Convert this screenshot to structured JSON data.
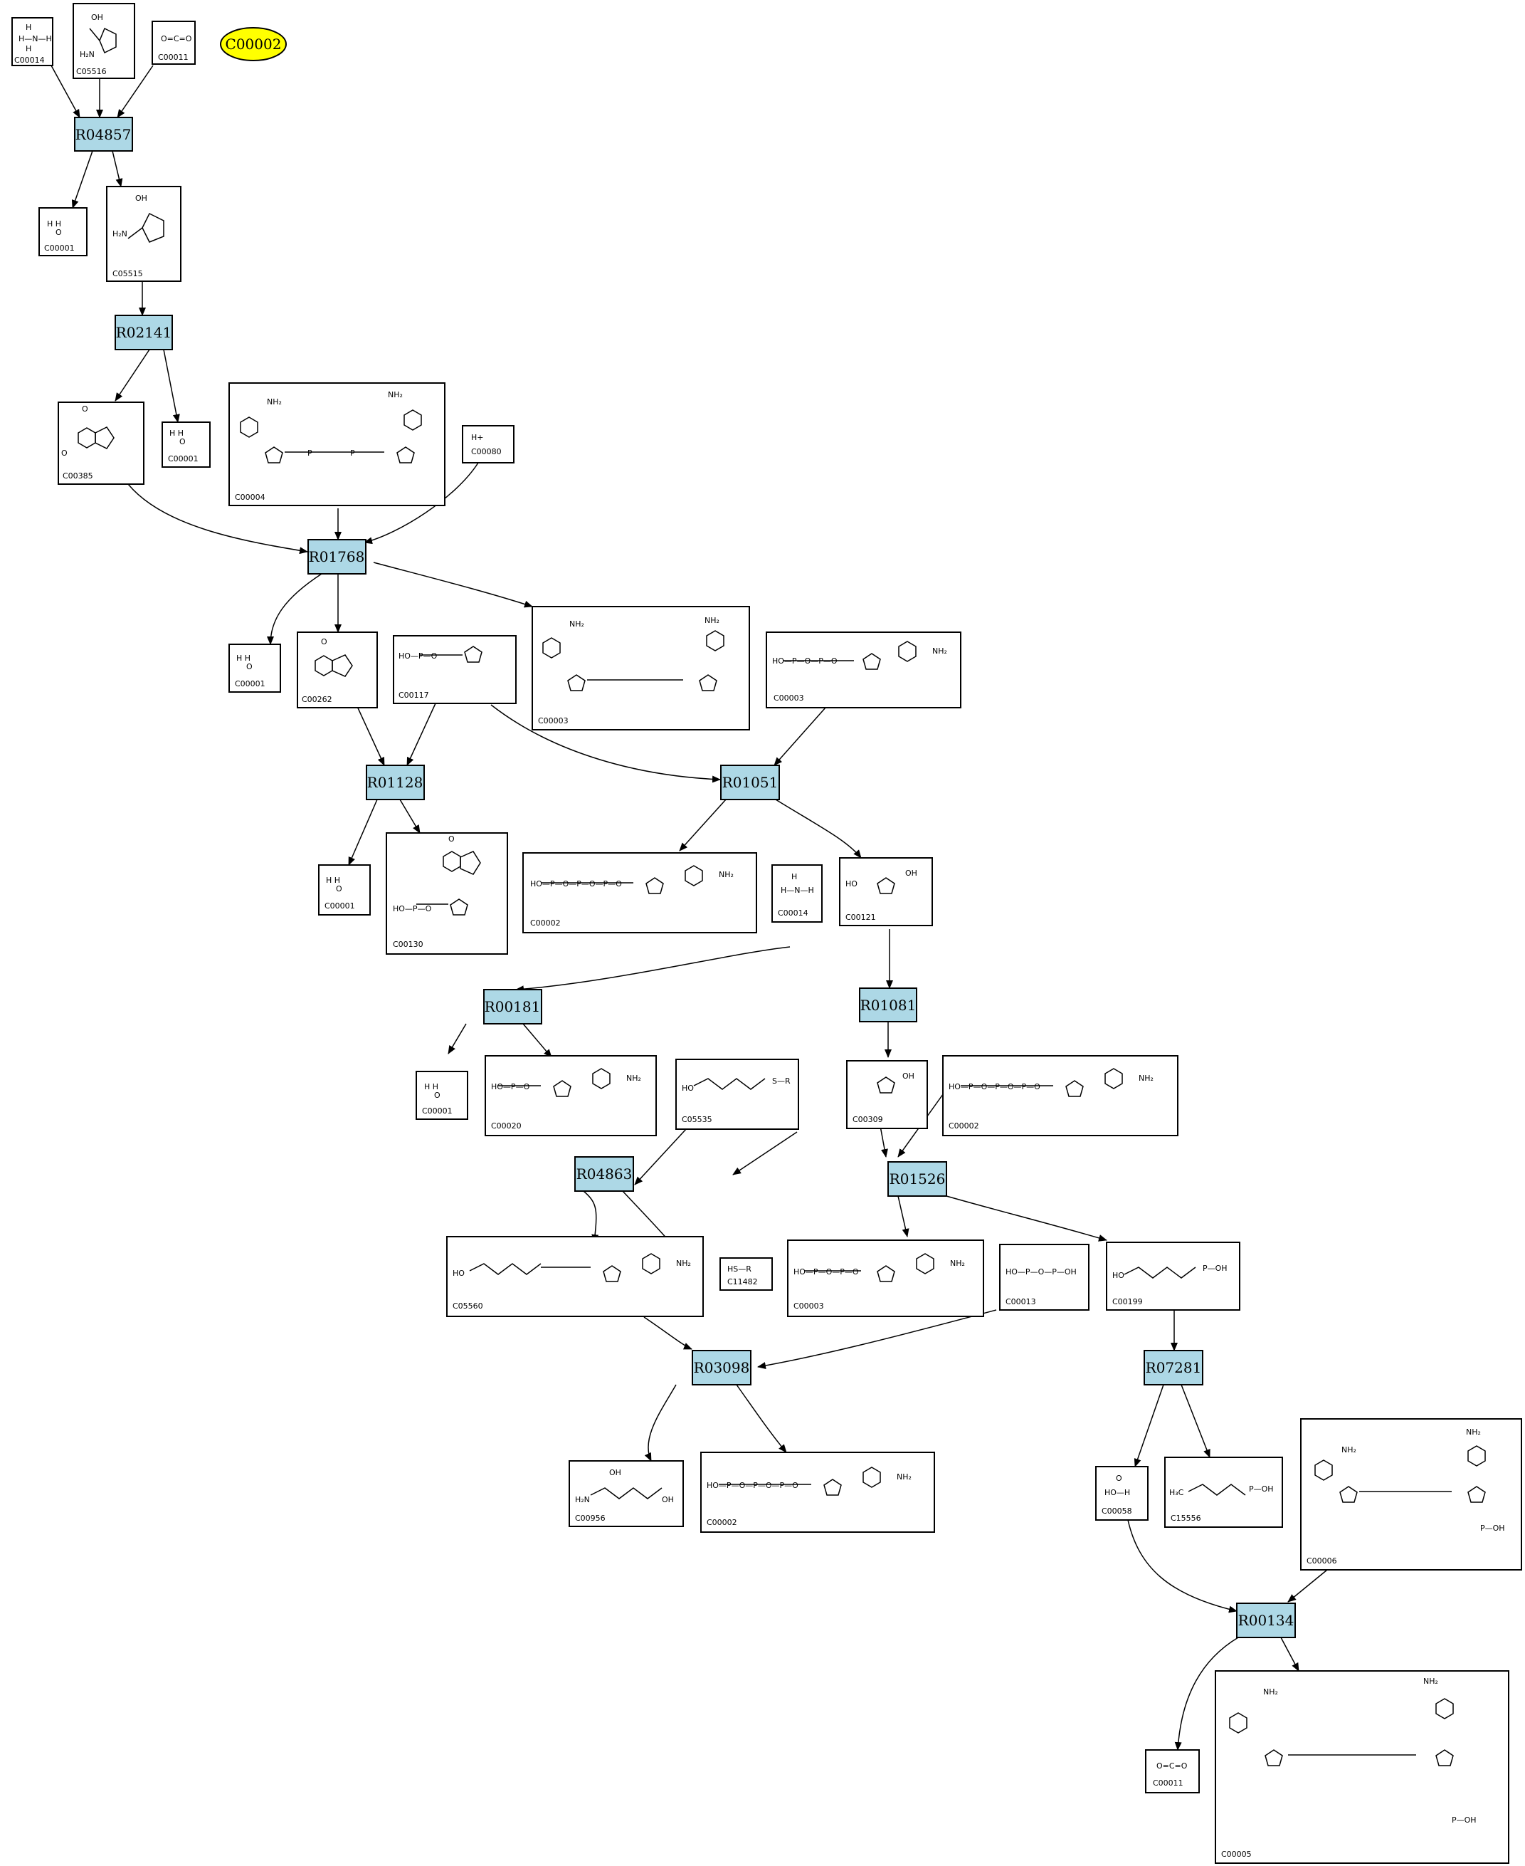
{
  "start_node": {
    "label": "C00002"
  },
  "compounds": {
    "c1": {
      "label": "C00014",
      "formula": "H N H H"
    },
    "c2": {
      "label": "C05516"
    },
    "c3": {
      "label": "C00011"
    },
    "c4": {
      "label": "C00001",
      "formula": "H O H"
    },
    "c5": {
      "label": "C05515"
    },
    "c6": {
      "label": "C00385"
    },
    "c7": {
      "label": "C00001",
      "formula": "H O H"
    },
    "c8": {
      "label": "C00004"
    },
    "c9": {
      "label": "C00080",
      "formula": "H+"
    },
    "c10": {
      "label": "C00001",
      "formula": "H O H"
    },
    "c11": {
      "label": "C00262"
    },
    "c12": {
      "label": "C00117"
    },
    "c13": {
      "label": "C00003"
    },
    "c14": {
      "label": "C00003"
    },
    "c15": {
      "label": "C00001",
      "formula": "H O H"
    },
    "c16": {
      "label": "C00130"
    },
    "c17": {
      "label": "C00002"
    },
    "c18": {
      "label": "C00014",
      "formula": "H N H H"
    },
    "c19": {
      "label": "C00121"
    },
    "c20": {
      "label": "C00001",
      "formula": "H O H"
    },
    "c21": {
      "label": "C00020"
    },
    "c22": {
      "label": "C05535"
    },
    "c23": {
      "label": "C00309"
    },
    "c24": {
      "label": "C00002"
    },
    "c25": {
      "label": "C05560"
    },
    "c26": {
      "label": "C11482",
      "formula": "HS—R"
    },
    "c27": {
      "label": "C00003"
    },
    "c28": {
      "label": "C00013"
    },
    "c29": {
      "label": "C00199"
    },
    "c30": {
      "label": "C00956"
    },
    "c31": {
      "label": "C00002"
    },
    "c32": {
      "label": "C00058"
    },
    "c33": {
      "label": "C15556"
    },
    "c34": {
      "label": "C00006"
    },
    "c35": {
      "label": "C00011"
    },
    "c36": {
      "label": "C00005"
    }
  },
  "reactions": {
    "r1": {
      "label": "R04857"
    },
    "r2": {
      "label": "R02141"
    },
    "r3": {
      "label": "R01768"
    },
    "r4": {
      "label": "R01128"
    },
    "r5": {
      "label": "R01051"
    },
    "r6": {
      "label": "R00181"
    },
    "r7": {
      "label": "R01081"
    },
    "r8": {
      "label": "R04863"
    },
    "r9": {
      "label": "R01526"
    },
    "r10": {
      "label": "R03098"
    },
    "r11": {
      "label": "R07281"
    },
    "r12": {
      "label": "R00134"
    }
  },
  "colors": {
    "reaction_fill": "#add8e6",
    "start_fill": "#ffff00",
    "compound_fill": "#ffffff"
  }
}
